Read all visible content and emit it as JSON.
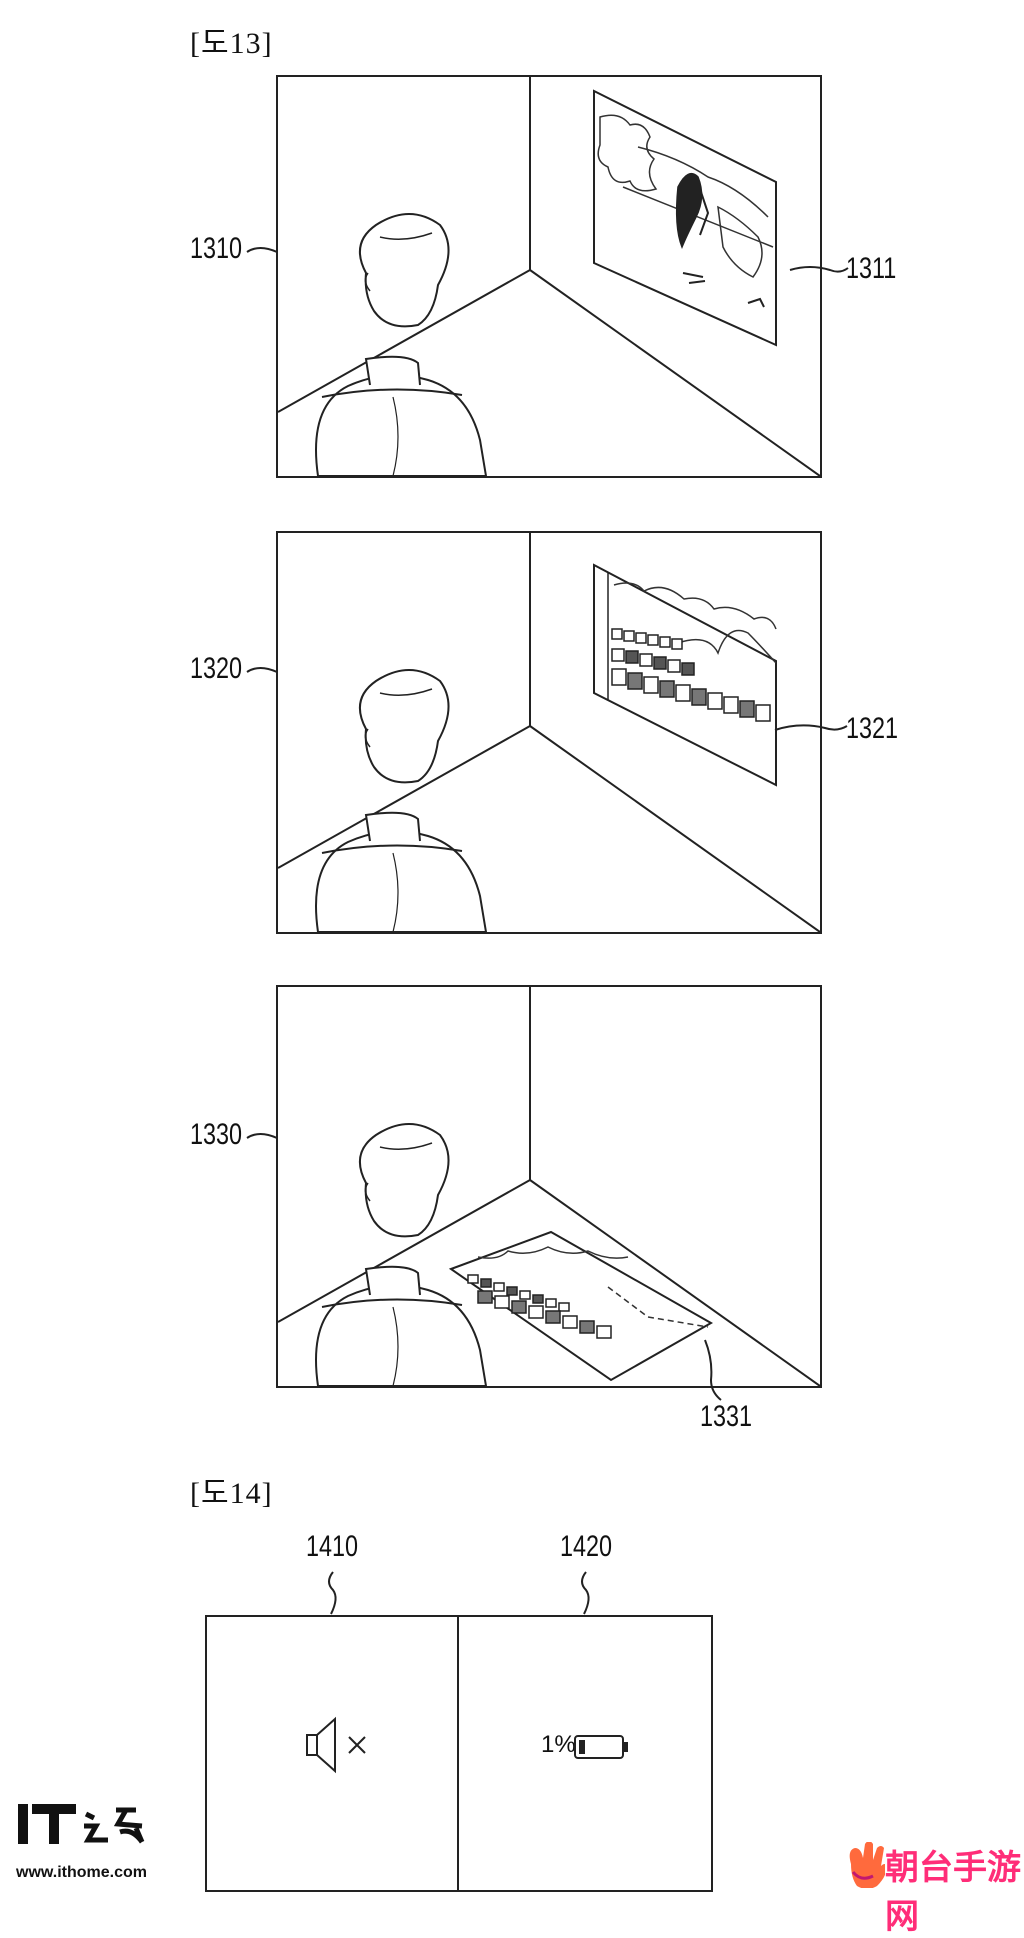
{
  "figure13": {
    "label": "[도13]",
    "panels": [
      {
        "ref": "1310",
        "projection_ref": "1311",
        "content": "photo-projection-wall"
      },
      {
        "ref": "1320",
        "projection_ref": "1321",
        "content": "ui-projection-wall"
      },
      {
        "ref": "1330",
        "projection_ref": "1331",
        "content": "ui-projection-floor"
      }
    ]
  },
  "figure14": {
    "label": "[도14]",
    "boxes": [
      {
        "ref": "1410",
        "icon": "speaker-mute-icon"
      },
      {
        "ref": "1420",
        "icon": "battery-low-icon",
        "text": "1%"
      }
    ]
  },
  "watermarks": {
    "ithome_logo": "IT之家",
    "ithome_url": "www.ithome.com",
    "brand": "朝台手游网"
  }
}
